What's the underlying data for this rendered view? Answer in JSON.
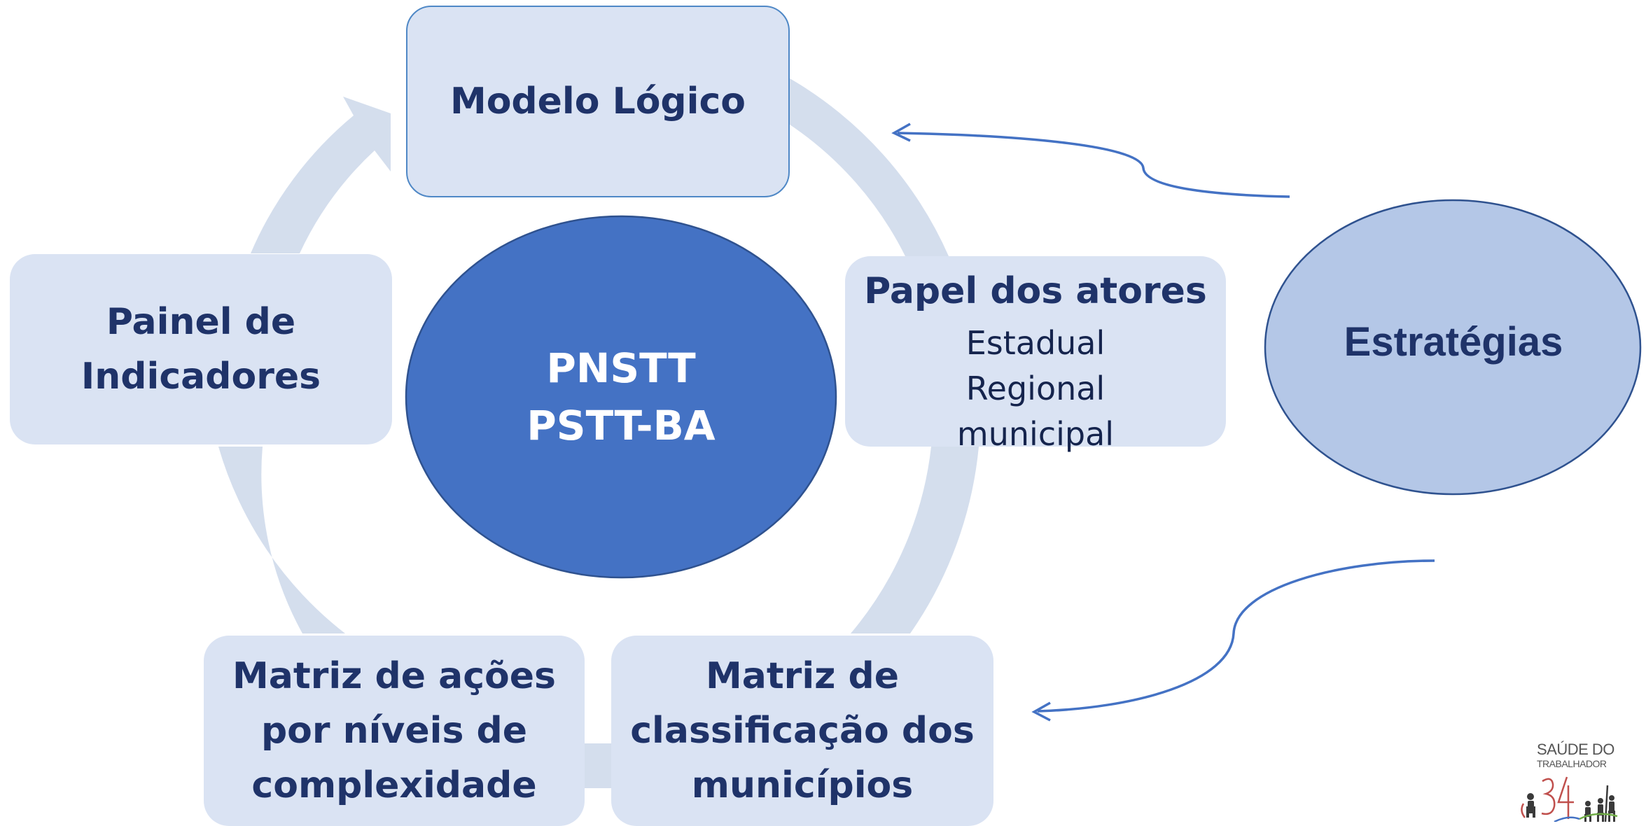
{
  "colors": {
    "box_fill": "#dae3f3",
    "cycle_arrow": "#d4deed",
    "center_fill": "#4472c4",
    "strategy_fill": "#b4c7e7",
    "connector": "#4472c4",
    "text_dark": "#1f3369"
  },
  "center": {
    "line1": "PNSTT",
    "line2": "PSTT-BA"
  },
  "nodes": {
    "modelo_logico": {
      "title": "Modelo Lógico"
    },
    "papel_atores": {
      "title": "Papel dos atores",
      "items": [
        "Estadual",
        "Regional",
        "municipal"
      ]
    },
    "matriz_classificacao": {
      "line1": "Matriz de",
      "line2": "classificação dos",
      "line3": "municípios"
    },
    "matriz_acoes": {
      "line1": "Matriz de ações",
      "line2": "por níveis de",
      "line3": "complexidade"
    },
    "painel_indicadores": {
      "line1": "Painel de",
      "line2": "Indicadores"
    }
  },
  "strategy": {
    "label": "Estratégias"
  },
  "logo": {
    "line1": "SAÚDE DO",
    "line2": "TRABALHADOR",
    "number": "34"
  }
}
